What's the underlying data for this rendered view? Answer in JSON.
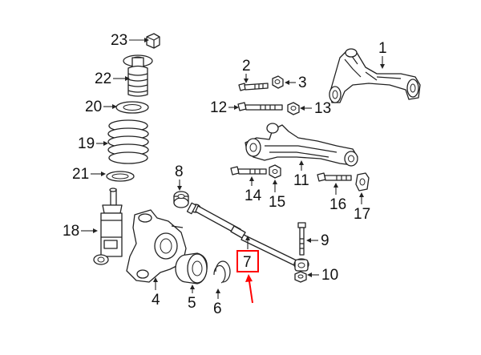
{
  "parts": {
    "p1": "1",
    "p2": "2",
    "p3": "3",
    "p4": "4",
    "p5": "5",
    "p6": "6",
    "p7": "7",
    "p8": "8",
    "p9": "9",
    "p10": "10",
    "p11": "11",
    "p12": "12",
    "p13": "13",
    "p14": "14",
    "p15": "15",
    "p16": "16",
    "p17": "17",
    "p18": "18",
    "p19": "19",
    "p20": "20",
    "p21": "21",
    "p22": "22",
    "p23": "23"
  },
  "highlight": {
    "part": "7",
    "color": "#ff0000"
  },
  "colors": {
    "line": "#222222",
    "background": "#ffffff"
  }
}
